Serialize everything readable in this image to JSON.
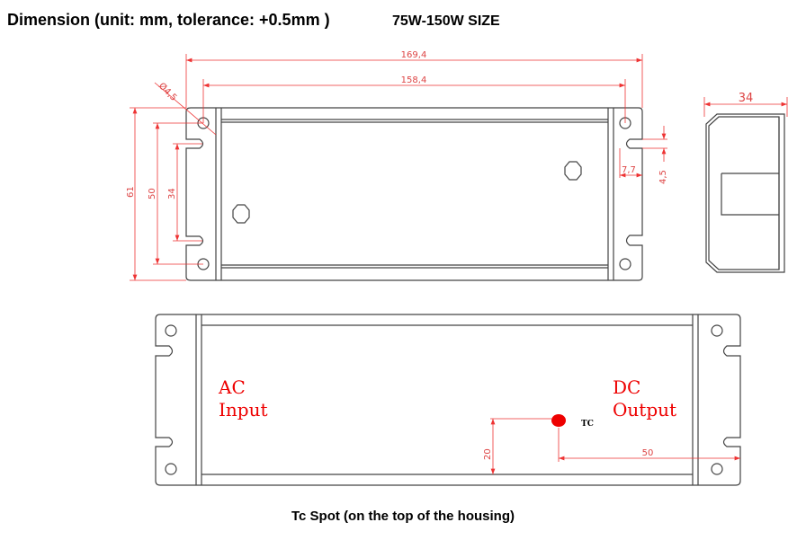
{
  "header": {
    "title": "Dimension (unit: mm, tolerance: +0.5mm )",
    "size": "75W-150W SIZE"
  },
  "top_view": {
    "overall_length": "169,4",
    "hole_pitch": "158,4",
    "hole_diameter": "Ø4,5",
    "overall_width": "61",
    "hole_spacing": "50",
    "slot_spacing": "34",
    "slot_depth": "7,7",
    "slot_width": "4,5"
  },
  "side_view": {
    "height": "34"
  },
  "bottom_view": {
    "ac_label_1": "AC",
    "ac_label_2": "Input",
    "dc_label_1": "DC",
    "dc_label_2": "Output",
    "tc_label": "TC",
    "tc_offset_y": "20",
    "tc_offset_x": "50"
  },
  "caption": "Tc Spot (on the top of the housing)",
  "colors": {
    "dimension": "#e33333",
    "tc_spot": "#e00000"
  }
}
